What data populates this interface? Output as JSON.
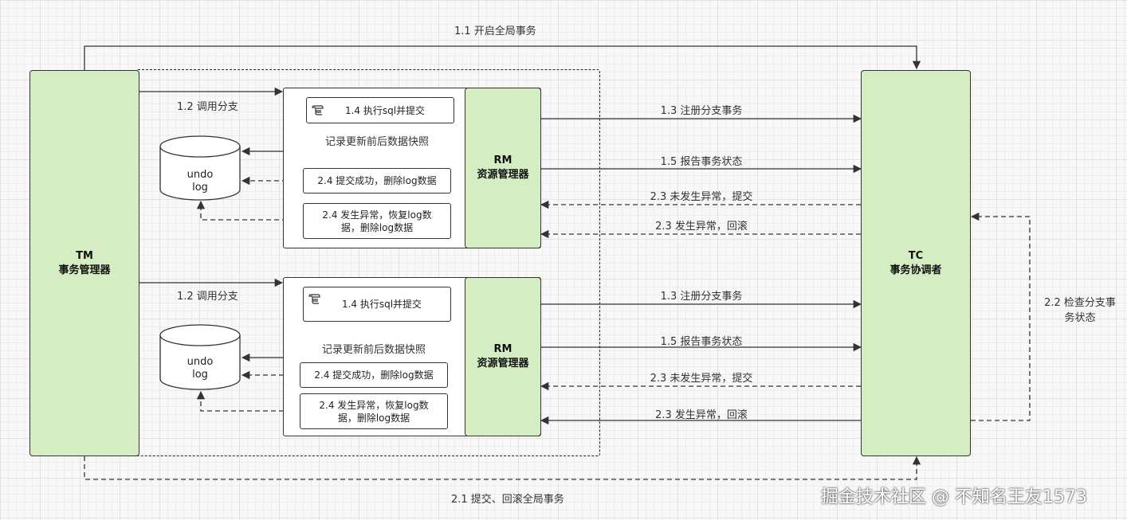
{
  "tm": {
    "title": "TM",
    "subtitle": "事务管理器"
  },
  "tc": {
    "title": "TC",
    "subtitle": "事务协调者"
  },
  "rm1": {
    "title": "RM",
    "subtitle": "资源管理器"
  },
  "rm2": {
    "title": "RM",
    "subtitle": "资源管理器"
  },
  "top_arrow_label": "1.1 开启全局事务",
  "bottom_arrow_label": "2.1 提交、回滚全局事务",
  "right_loop_label": [
    "2.2 检查分支事",
    "务状态"
  ],
  "upper": {
    "call_branch": "1.2 调用分支",
    "exec_sql": "1.4 执行sql并提交",
    "snapshot": "记录更新前后数据快照",
    "commit_ok": "2.4 提交成功，删除log数据",
    "error_restore": [
      "2.4 发生异常，恢复log数",
      "据，删除log数据"
    ],
    "undo": [
      "undo",
      "log"
    ],
    "register": "1.3 注册分支事务",
    "report": "1.5 报告事务状态",
    "no_error_commit": "2.3 未发生异常，提交",
    "error_rollback": "2.3 发生异常，回滚"
  },
  "lower": {
    "call_branch": "1.2 调用分支",
    "exec_sql": "1.4 执行sql并提交",
    "snapshot": "记录更新前后数据快照",
    "commit_ok": "2.4 提交成功，删除log数据",
    "error_restore": [
      "2.4 发生异常，恢复log数",
      "据，删除log数据"
    ],
    "undo": [
      "undo",
      "log"
    ],
    "register": "1.3 注册分支事务",
    "report": "1.5 报告事务状态",
    "no_error_commit": "2.3 未发生异常，提交",
    "error_rollback": "2.3 发生异常，回滚"
  },
  "watermark": "掘金技术社区 @ 不知名王友1573",
  "colors": {
    "node_fill": "#d5edc2",
    "stroke": "#333333"
  },
  "icons": {
    "sql": "scroll-icon"
  }
}
